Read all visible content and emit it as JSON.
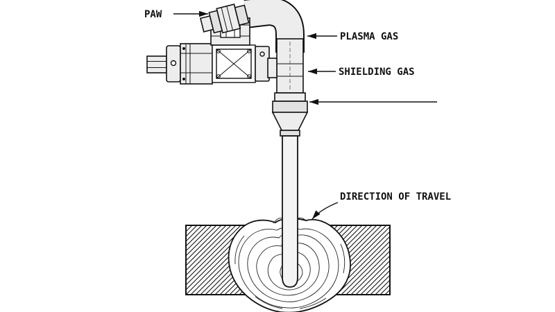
{
  "diagram": {
    "labels": {
      "paw": "PAW",
      "plasma_gas": "PLASMA GAS",
      "shielding_gas": "SHIELDING GAS",
      "direction_of_travel": "DIRECTION OF TRAVEL"
    },
    "colors": {
      "background": "#ffffff",
      "line": "#111111",
      "metal_fill": "#ededed",
      "weld_pool_fill": "#ffffff"
    }
  }
}
